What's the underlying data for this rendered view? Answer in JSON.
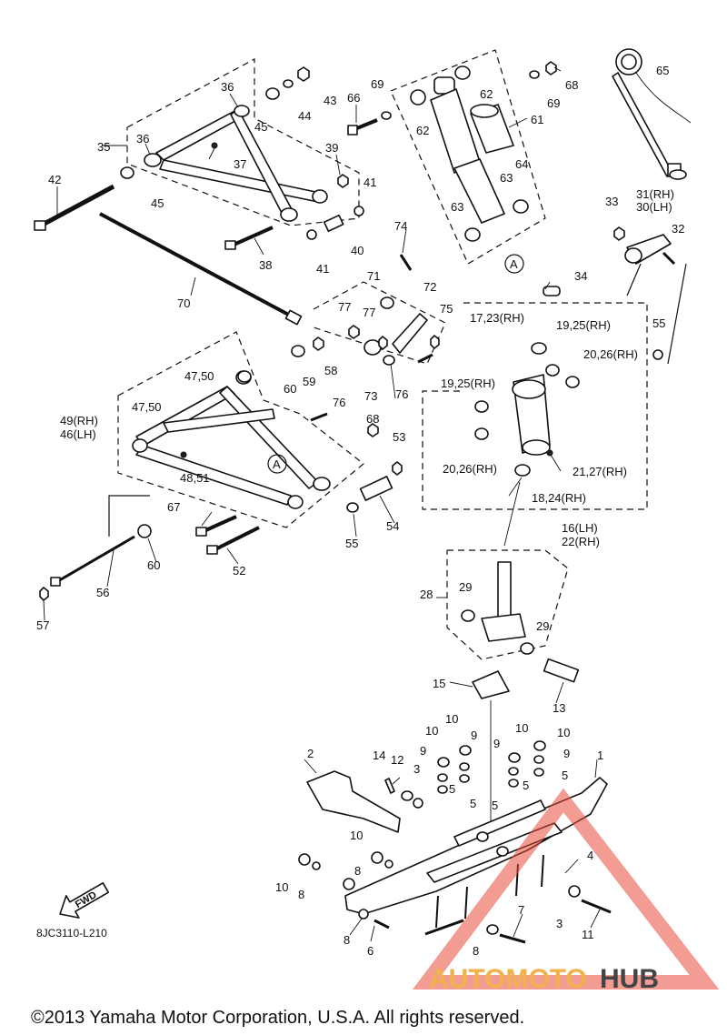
{
  "diagram_code": "8JC3110-L210",
  "copyright": "©2013 Yamaha Motor Corporation, U.S.A. All rights reserved.",
  "direction_label": "FWD",
  "watermark": {
    "part1": "AUTOMOTO",
    "part2": "HUB",
    "accent": "#e84b3c"
  },
  "reference_mark": "A",
  "callouts": [
    {
      "id": "c1",
      "text": "1"
    },
    {
      "id": "c2",
      "text": "2"
    },
    {
      "id": "c3a",
      "text": "3"
    },
    {
      "id": "c3b",
      "text": "3"
    },
    {
      "id": "c4",
      "text": "4"
    },
    {
      "id": "c5a",
      "text": "5"
    },
    {
      "id": "c5b",
      "text": "5"
    },
    {
      "id": "c5c",
      "text": "5"
    },
    {
      "id": "c5d",
      "text": "5"
    },
    {
      "id": "c5e",
      "text": "5"
    },
    {
      "id": "c6",
      "text": "6"
    },
    {
      "id": "c7",
      "text": "7"
    },
    {
      "id": "c8a",
      "text": "8"
    },
    {
      "id": "c8b",
      "text": "8"
    },
    {
      "id": "c8c",
      "text": "8"
    },
    {
      "id": "c8d",
      "text": "8"
    },
    {
      "id": "c9a",
      "text": "9"
    },
    {
      "id": "c9b",
      "text": "9"
    },
    {
      "id": "c9c",
      "text": "9"
    },
    {
      "id": "c9d",
      "text": "9"
    },
    {
      "id": "c10a",
      "text": "10"
    },
    {
      "id": "c10b",
      "text": "10"
    },
    {
      "id": "c10c",
      "text": "10"
    },
    {
      "id": "c10d",
      "text": "10"
    },
    {
      "id": "c10e",
      "text": "10"
    },
    {
      "id": "c10f",
      "text": "10"
    },
    {
      "id": "c11",
      "text": "11"
    },
    {
      "id": "c12",
      "text": "12"
    },
    {
      "id": "c13",
      "text": "13"
    },
    {
      "id": "c14",
      "text": "14"
    },
    {
      "id": "c15",
      "text": "15"
    },
    {
      "id": "c16",
      "text": "16(LH)"
    },
    {
      "id": "c22",
      "text": "22(RH)"
    },
    {
      "id": "c1723",
      "text": "17,23(RH)"
    },
    {
      "id": "c1824",
      "text": "18,24(RH)"
    },
    {
      "id": "c1925a",
      "text": "19,25(RH)"
    },
    {
      "id": "c1925b",
      "text": "19,25(RH)"
    },
    {
      "id": "c2026a",
      "text": "20,26(RH)"
    },
    {
      "id": "c2026b",
      "text": "20,26(RH)"
    },
    {
      "id": "c2127",
      "text": "21,27(RH)"
    },
    {
      "id": "c28",
      "text": "28"
    },
    {
      "id": "c29a",
      "text": "29"
    },
    {
      "id": "c29b",
      "text": "29"
    },
    {
      "id": "c30",
      "text": "30(LH)"
    },
    {
      "id": "c31",
      "text": "31(RH)"
    },
    {
      "id": "c32",
      "text": "32"
    },
    {
      "id": "c33",
      "text": "33"
    },
    {
      "id": "c34",
      "text": "34"
    },
    {
      "id": "c35",
      "text": "35"
    },
    {
      "id": "c36a",
      "text": "36"
    },
    {
      "id": "c36b",
      "text": "36"
    },
    {
      "id": "c37",
      "text": "37"
    },
    {
      "id": "c38",
      "text": "38"
    },
    {
      "id": "c39",
      "text": "39"
    },
    {
      "id": "c40",
      "text": "40"
    },
    {
      "id": "c41a",
      "text": "41"
    },
    {
      "id": "c41b",
      "text": "41"
    },
    {
      "id": "c42",
      "text": "42"
    },
    {
      "id": "c43",
      "text": "43"
    },
    {
      "id": "c44",
      "text": "44"
    },
    {
      "id": "c45a",
      "text": "45"
    },
    {
      "id": "c45b",
      "text": "45"
    },
    {
      "id": "c4650",
      "text": "47,50"
    },
    {
      "id": "c4750",
      "text": "47,50"
    },
    {
      "id": "c4651",
      "text": "48,51"
    },
    {
      "id": "c49",
      "text": "49(RH)"
    },
    {
      "id": "c46",
      "text": "46(LH)"
    },
    {
      "id": "c52",
      "text": "52"
    },
    {
      "id": "c53",
      "text": "53"
    },
    {
      "id": "c54",
      "text": "54"
    },
    {
      "id": "c55a",
      "text": "55"
    },
    {
      "id": "c55b",
      "text": "55"
    },
    {
      "id": "c56",
      "text": "56"
    },
    {
      "id": "c57",
      "text": "57"
    },
    {
      "id": "c58",
      "text": "58"
    },
    {
      "id": "c59",
      "text": "59"
    },
    {
      "id": "c60a",
      "text": "60"
    },
    {
      "id": "c60b",
      "text": "60"
    },
    {
      "id": "c61",
      "text": "61"
    },
    {
      "id": "c62a",
      "text": "62"
    },
    {
      "id": "c62b",
      "text": "62"
    },
    {
      "id": "c63a",
      "text": "63"
    },
    {
      "id": "c63b",
      "text": "63"
    },
    {
      "id": "c64",
      "text": "64"
    },
    {
      "id": "c65",
      "text": "65"
    },
    {
      "id": "c66",
      "text": "66"
    },
    {
      "id": "c67",
      "text": "67"
    },
    {
      "id": "c68a",
      "text": "68"
    },
    {
      "id": "c68b",
      "text": "68"
    },
    {
      "id": "c69a",
      "text": "69"
    },
    {
      "id": "c69b",
      "text": "69"
    },
    {
      "id": "c70",
      "text": "70"
    },
    {
      "id": "c71",
      "text": "71"
    },
    {
      "id": "c72",
      "text": "72"
    },
    {
      "id": "c73",
      "text": "73"
    },
    {
      "id": "c74",
      "text": "74"
    },
    {
      "id": "c75",
      "text": "75"
    },
    {
      "id": "c76a",
      "text": "76"
    },
    {
      "id": "c76b",
      "text": "76"
    },
    {
      "id": "c77a",
      "text": "77"
    },
    {
      "id": "c77b",
      "text": "77"
    }
  ]
}
